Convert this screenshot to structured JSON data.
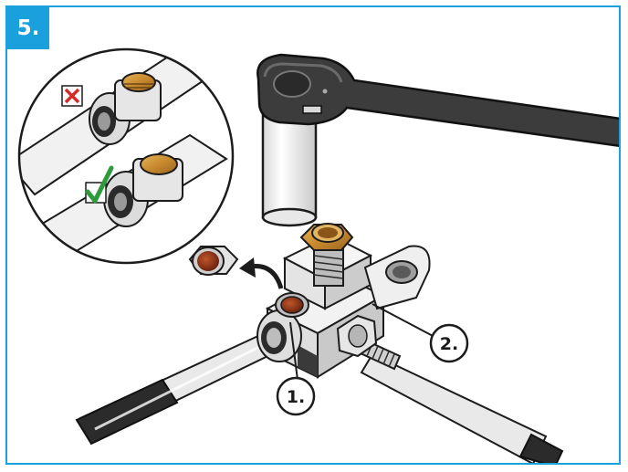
{
  "step": {
    "label": "5."
  },
  "callouts": {
    "one": "1.",
    "two": "2."
  },
  "colors": {
    "accent": "#1aa0dc",
    "wrong_mark": "#d62b2b",
    "correct_mark": "#2e9a3a",
    "brass": "#c98a2e",
    "copper": "#9c3b1a",
    "metal_light": "#e6e6e6",
    "metal_dark": "#3a3a3a"
  },
  "icons": {
    "wrong": "cross-mark-icon",
    "correct": "check-mark-icon",
    "direction": "curved-arrow-icon"
  }
}
